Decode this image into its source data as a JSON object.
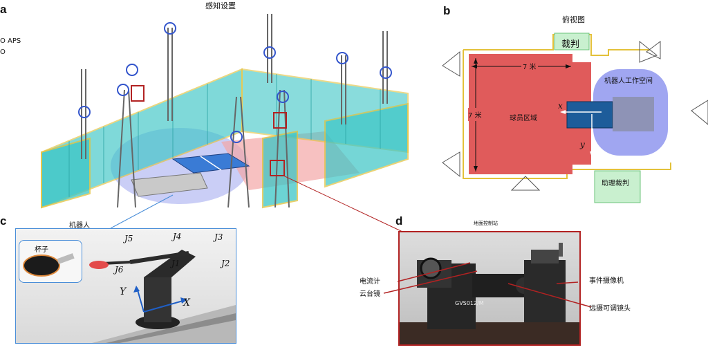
{
  "panel_a": {
    "letter": "a",
    "title": "感知设置",
    "left_labels": [
      "O APS",
      "O"
    ]
  },
  "panel_b": {
    "letter": "b",
    "title": "俯视图",
    "umpire": "裁判",
    "assistant_umpire": "助理裁判",
    "robot_workspace": "机器人工作空间",
    "player_area": "球员区域",
    "width_label": "7 米",
    "height_label": "7 米",
    "axis_x": "x",
    "axis_y": "y",
    "colors": {
      "player_area": "#e05b5b",
      "workspace": "#8f97ef",
      "umpire_box": "#c9f0cf"
    }
  },
  "panel_c": {
    "letter": "c",
    "title": "机器人",
    "paddle_label": "杯子",
    "joints": [
      "J5",
      "J4",
      "J3",
      "J1",
      "J2",
      "J6"
    ],
    "axis_y": "Y",
    "axis_x": "X"
  },
  "panel_d": {
    "letter": "d",
    "title": "地面控制站",
    "galvo_label": "电流计",
    "gimbal_label": "云台镜",
    "event_camera_label": "事件摄像机",
    "telephoto_label": "远摄可调镜头",
    "device_text": "GVS012/M"
  }
}
